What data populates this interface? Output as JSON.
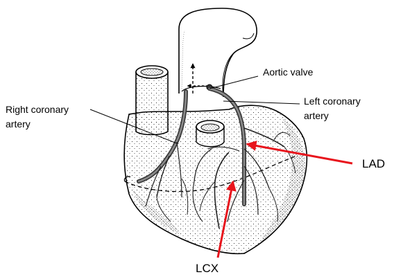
{
  "labels": {
    "aortic_valve": "Aortic valve",
    "left_coronary_1": "Left coronary",
    "left_coronary_2": "artery",
    "right_coronary_1": "Right coronary",
    "right_coronary_2": "artery",
    "lad": "LAD",
    "lcx": "LCX"
  },
  "colors": {
    "ink": "#000000",
    "arrow": "#e8141c",
    "vessel": "#3a3a3a",
    "shade": "#8a8a8a"
  }
}
